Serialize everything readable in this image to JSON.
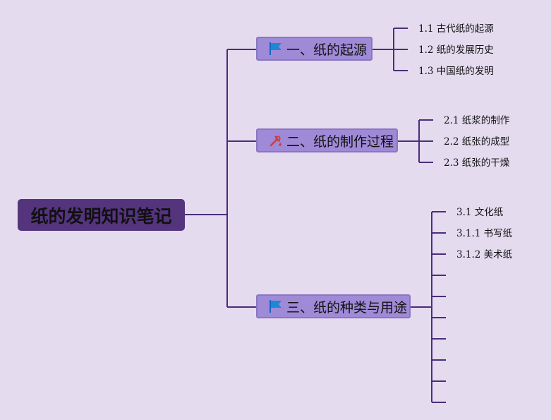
{
  "root": {
    "title": "纸的发明知识笔记"
  },
  "branches": [
    {
      "title": "一、纸的起源",
      "icon": "blue-flag-icon",
      "children": [
        "1.1 古代纸的起源",
        "1.2 纸的发展历史",
        "1.3 中国纸的发明"
      ]
    },
    {
      "title": "二、纸的制作过程",
      "icon": "red-tools-icon",
      "children": [
        "2.1 纸浆的制作",
        "2.2 纸张的成型",
        "2.3 纸张的干燥"
      ]
    },
    {
      "title": "三、纸的种类与用途",
      "icon": "blue-flag-icon",
      "children": [
        "3.1 文化纸",
        "3.1.1 书写纸",
        "3.1.2 美术纸",
        "",
        "",
        "",
        "",
        "",
        "",
        ""
      ]
    }
  ],
  "colors": {
    "background": "#e4dbef",
    "root_fill": "#55347e",
    "topic_fill": "#9f8ad7",
    "line": "#4a2d7a",
    "flag": "#1e88d6",
    "tools": "#d83a3a"
  }
}
